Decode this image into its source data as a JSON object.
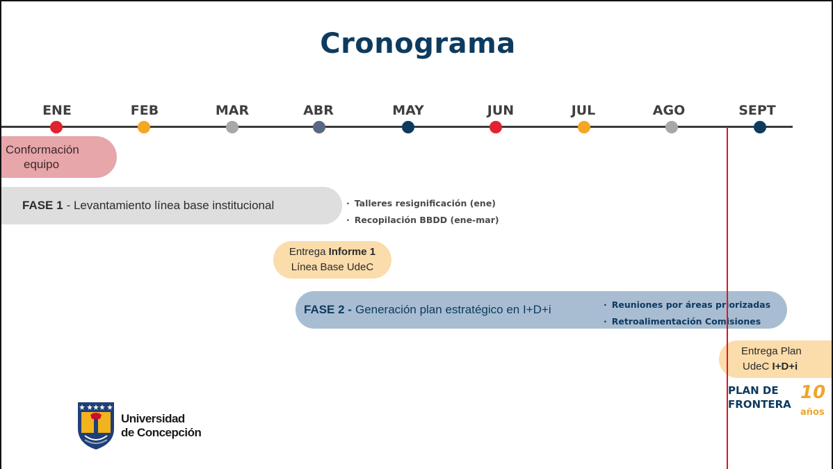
{
  "title": "Cronograma",
  "months": [
    {
      "label": "ENE",
      "color": "#e0232e"
    },
    {
      "label": "FEB",
      "color": "#f5a623"
    },
    {
      "label": "MAR",
      "color": "#a8a8a8"
    },
    {
      "label": "ABR",
      "color": "#586a7e"
    },
    {
      "label": "MAY",
      "color": "#0d3b60"
    },
    {
      "label": "JUN",
      "color": "#e0232e"
    },
    {
      "label": "JUL",
      "color": "#f5a623"
    },
    {
      "label": "AGO",
      "color": "#a8a8a8"
    },
    {
      "label": "SEPT",
      "color": "#0d3b60"
    }
  ],
  "conformacion": {
    "line1": "Conformación",
    "line2": "equipo"
  },
  "fase1": {
    "tag": "FASE 1",
    "text": "- Levantamiento línea base institucional",
    "bullets": [
      "Talleres resignificación (ene)",
      "Recopilación BBDD (ene-mar)"
    ]
  },
  "informe1": {
    "prefix": "Entrega ",
    "bold": "Informe 1",
    "line2": "Línea Base UdeC"
  },
  "fase2": {
    "tag": "FASE 2 -",
    "text": "Generación plan estratégico en I+D+i",
    "bullets": [
      "Reuniones por áreas priorizadas",
      "Retroalimentación Comisiones"
    ]
  },
  "entrega_plan": {
    "line1": "Entrega Plan",
    "prefix": "UdeC ",
    "bold": "I+D+i"
  },
  "logo": {
    "line1": "Universidad",
    "line2": "de Concepción"
  },
  "plan_frontera": {
    "line1": "PLAN DE",
    "line2": "FRONTERA",
    "number": "10",
    "suffix": "años"
  },
  "colors": {
    "navy": "#0d3b60",
    "red_marker": "#e0141e",
    "peach": "#fbdcab",
    "pink": "#e7a6aa",
    "gray_bar": "#dedede",
    "blue_bar": "#a9bdd2"
  }
}
